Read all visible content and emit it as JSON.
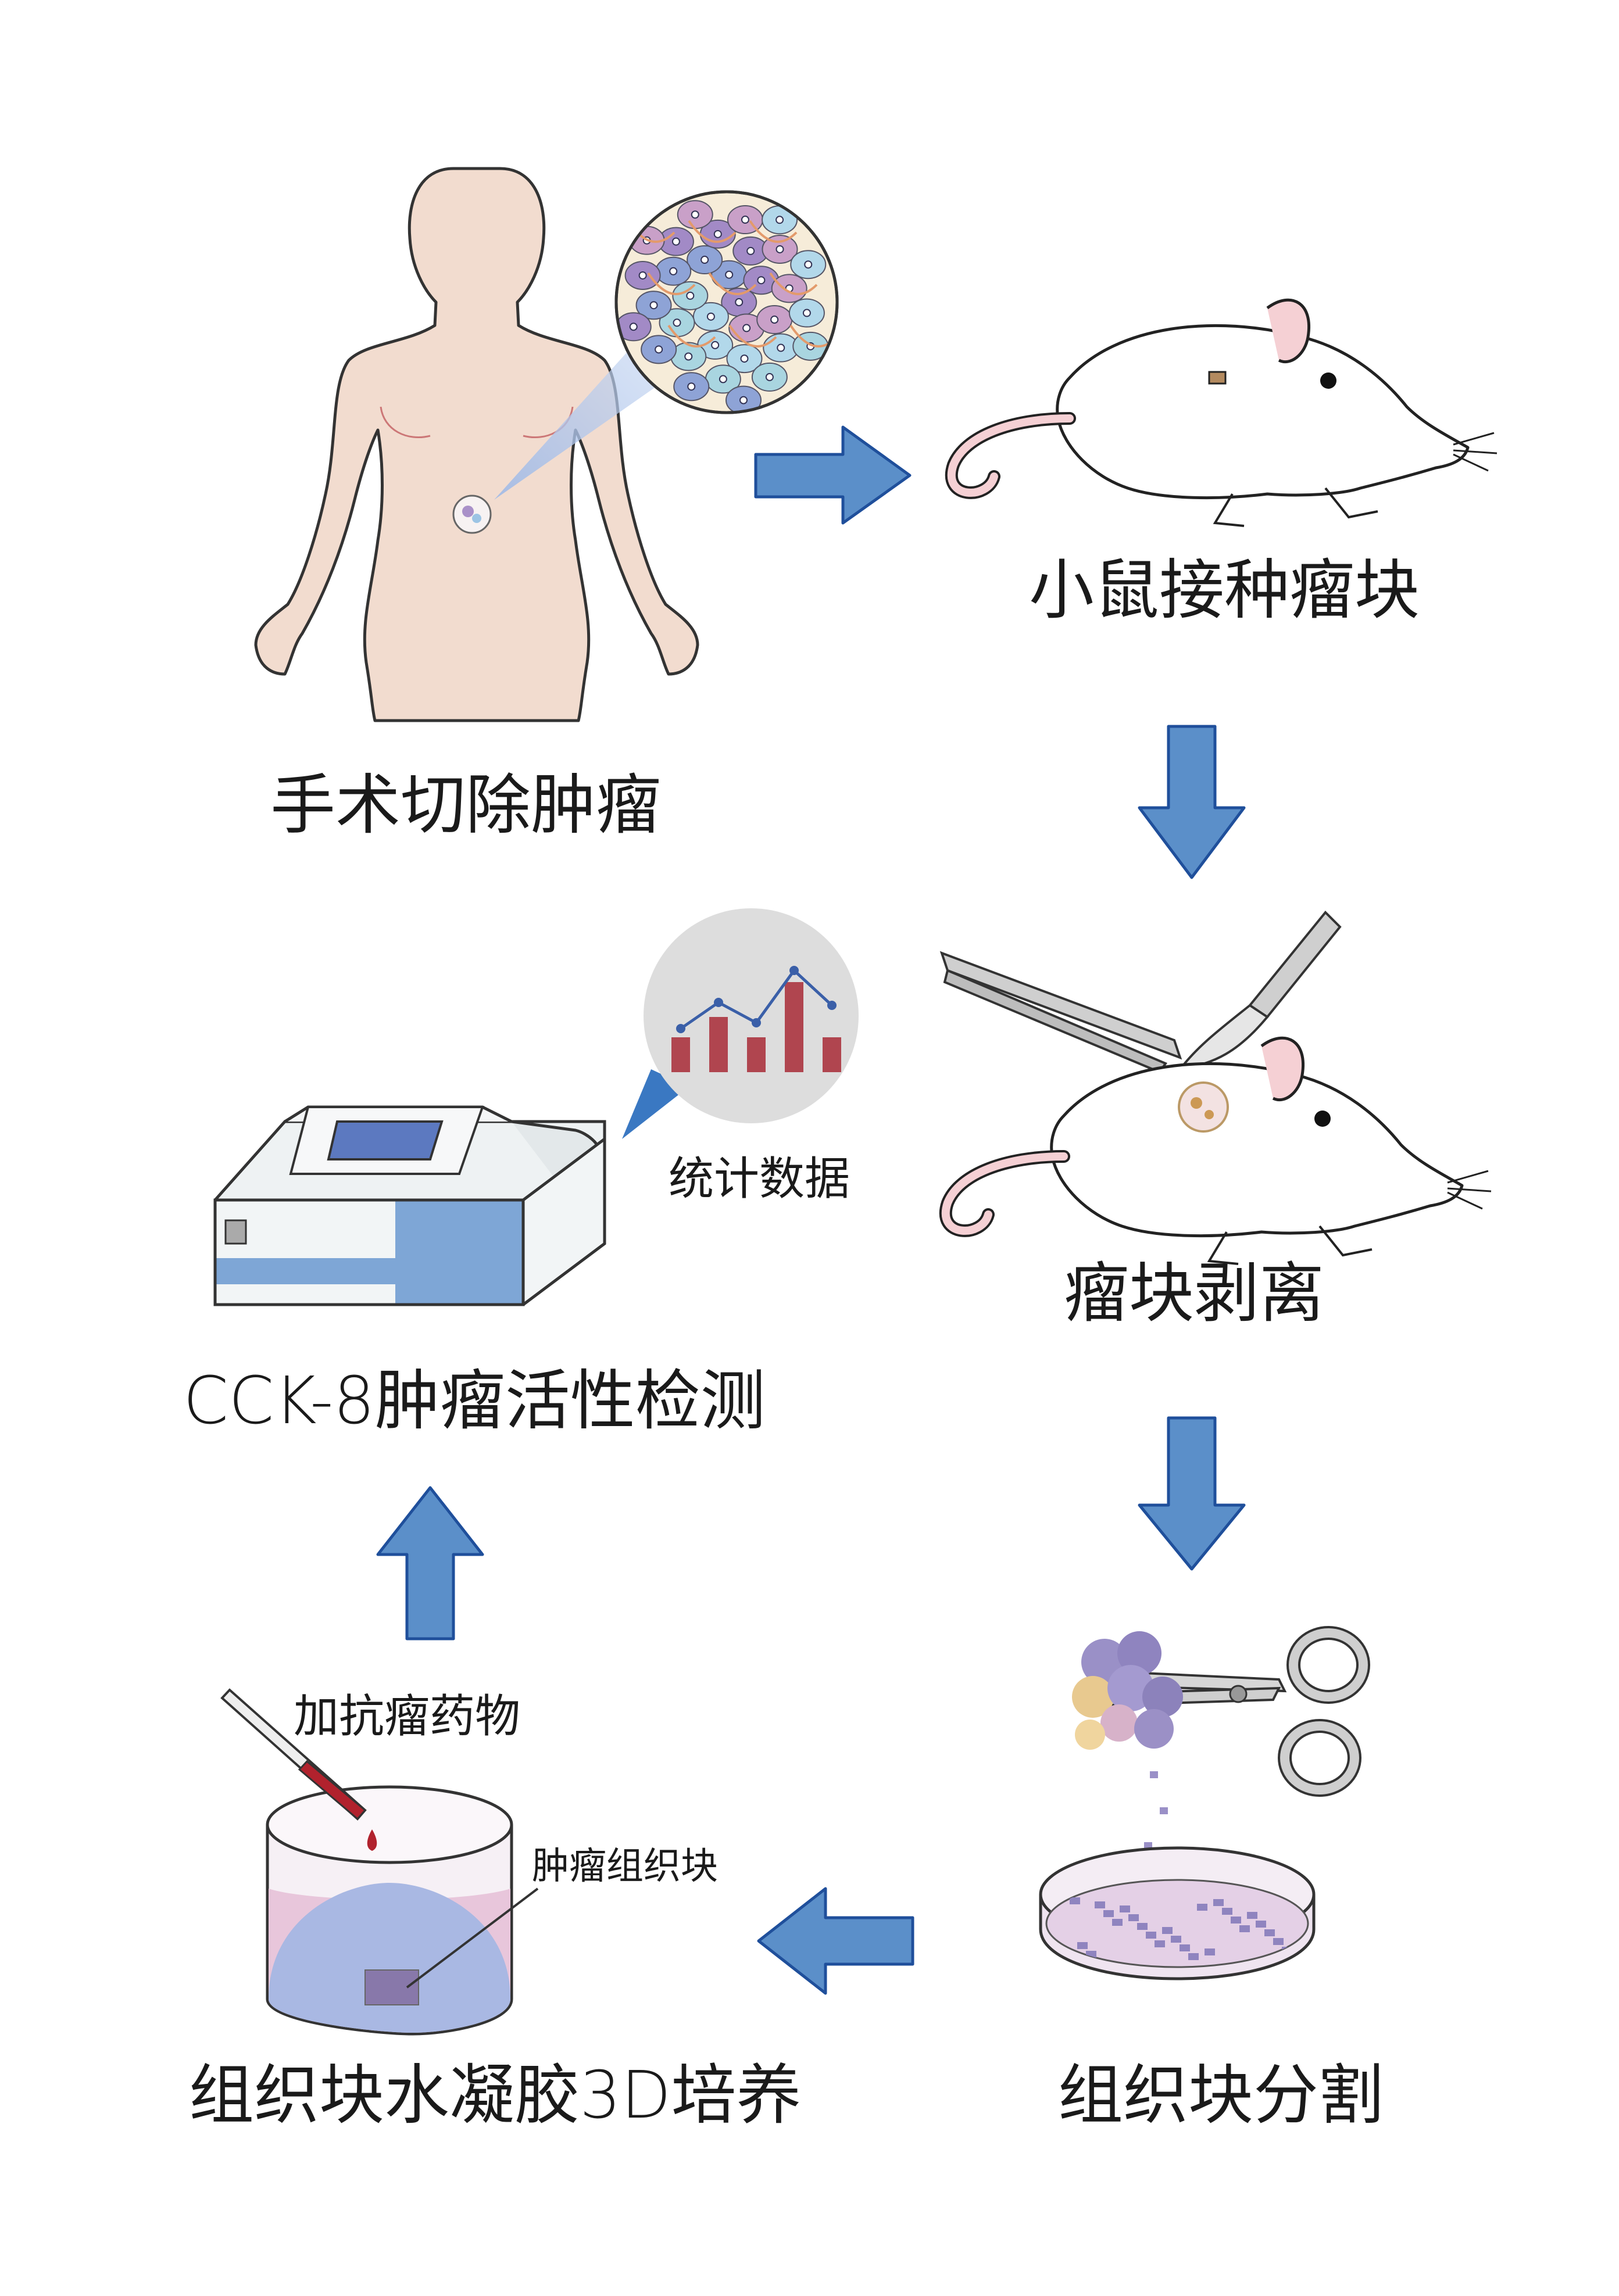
{
  "steps": {
    "surgery": "手术切除肿瘤",
    "mouse_implant": "小鼠接种瘤块",
    "tumor_strip": "瘤块剥离",
    "tissue_cut": "组织块分割",
    "hydrogel_culture": "组织块水凝胶3D培养",
    "cck8": "CCK-8肿瘤活性检测"
  },
  "annotations": {
    "stats": "统计数据",
    "add_drug": "加抗瘤药物",
    "tissue_block": "肿瘤组织块"
  },
  "colors": {
    "arrow_fill": "#5b8fc9",
    "arrow_stroke": "#1f4f9b",
    "skin": "#f2dccf",
    "mouse": "#ffffff",
    "bar": "#b0454f",
    "line": "#3a5fa8",
    "bubble": "#dddddd",
    "gel": "#a9b8e3",
    "pink_medium": "#e8c6db"
  },
  "chart_icon": {
    "bar_heights": [
      0.6,
      0.95,
      0.6,
      1.55,
      0.6
    ],
    "line_points": [
      0.75,
      1.2,
      0.85,
      1.75,
      1.15
    ]
  }
}
